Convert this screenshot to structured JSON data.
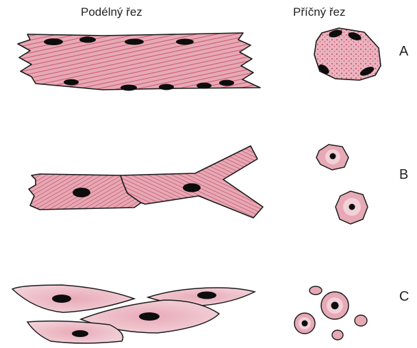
{
  "headers": {
    "longitudinal": "Podélný řez",
    "transverse": "Příčný řez"
  },
  "rows": [
    {
      "label": "A"
    },
    {
      "label": "B"
    },
    {
      "label": "C"
    }
  ],
  "colors": {
    "cell_fill": "#e3a3b0",
    "cell_fill_light": "#f0cdd4",
    "striation": "#c9566e",
    "outline": "#1a1a1a",
    "nucleus": "#0d0d0d"
  }
}
